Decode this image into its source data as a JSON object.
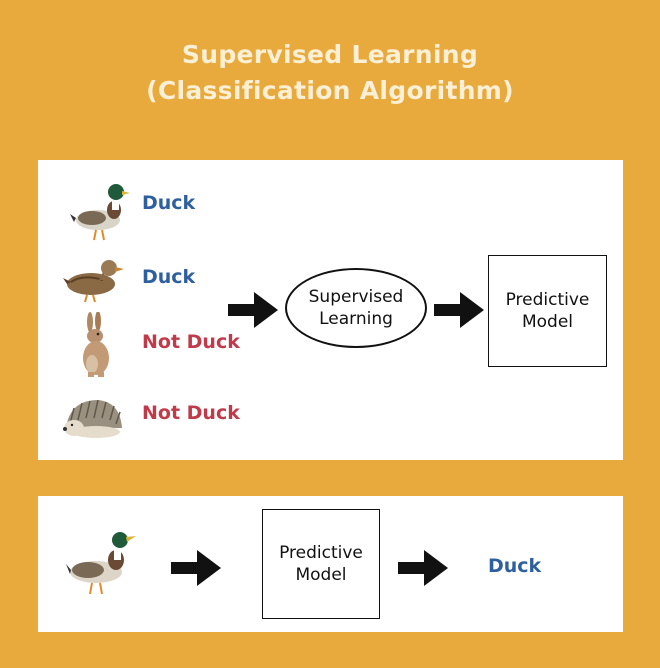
{
  "title": {
    "line1": "Supervised Learning",
    "line2": "(Classification Algorithm)"
  },
  "training": {
    "examples": [
      {
        "animal": "mallard-duck-icon",
        "label": "Duck",
        "is_duck": true
      },
      {
        "animal": "female-duck-icon",
        "label": "Duck",
        "is_duck": true
      },
      {
        "animal": "rabbit-icon",
        "label": "Not Duck",
        "is_duck": false
      },
      {
        "animal": "hedgehog-icon",
        "label": "Not Duck",
        "is_duck": false
      }
    ],
    "process_label": "Supervised\nLearning",
    "model_label": "Predictive\nModel"
  },
  "prediction": {
    "input": "mallard-duck-icon",
    "model_label": "Predictive\nModel",
    "output_label": "Duck"
  },
  "colors": {
    "background": "#e8aa3c",
    "title": "#fbf0d6",
    "duck_label": "#2e5f9e",
    "not_duck_label": "#c13a4a"
  }
}
